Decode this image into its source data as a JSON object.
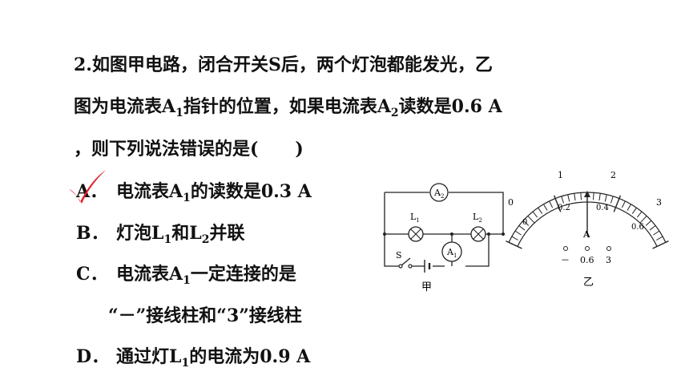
{
  "question": {
    "line1": "2.如图甲电路，闭合开关S后，两个灯泡都能发光，乙",
    "line2_a": "图为电流表A",
    "line2_a_sub": "1",
    "line2_b": "指针的位置，如果电流表A",
    "line2_b_sub": "2",
    "line2_c": "读数是0.6 A",
    "line3_a": "，则下列说法错误的是(",
    "line3_b": ")"
  },
  "options": {
    "a_label": "A．",
    "a_text1": "电流表A",
    "a_sub": "1",
    "a_text2": "的读数是0.3 A",
    "b_label": "B．",
    "b_text1": "灯泡L",
    "b_sub1": "1",
    "b_text2": "和L",
    "b_sub2": "2",
    "b_text3": "并联",
    "c_label": "C．",
    "c_text1": "电流表A",
    "c_sub": "1",
    "c_text2": "一定连接的是",
    "c_text3": "“－”接线柱和“3”接线柱",
    "d_label": "D．",
    "d_text1": "通过灯L",
    "d_sub": "1",
    "d_text2": "的电流为0.9 A"
  },
  "answer_mark": {
    "selected_option": "A",
    "color": "#e0202a"
  },
  "figure_circuit": {
    "caption": "甲",
    "ammeter_a2": "A",
    "ammeter_a2_sub": "2",
    "ammeter_a1": "A",
    "ammeter_a1_sub": "1",
    "lamp_l1": "L",
    "lamp_l1_sub": "1",
    "lamp_l2": "L",
    "lamp_l2_sub": "2",
    "switch": "S"
  },
  "figure_meter": {
    "caption": "乙",
    "top_scale": [
      "0",
      "1",
      "2",
      "3"
    ],
    "bottom_scale": [
      "0",
      "0.2",
      "0.4",
      "0.6"
    ],
    "unit": "A",
    "terminals": [
      "－",
      "0.6",
      "3"
    ],
    "needle_reading_small_scale": 0.3
  }
}
